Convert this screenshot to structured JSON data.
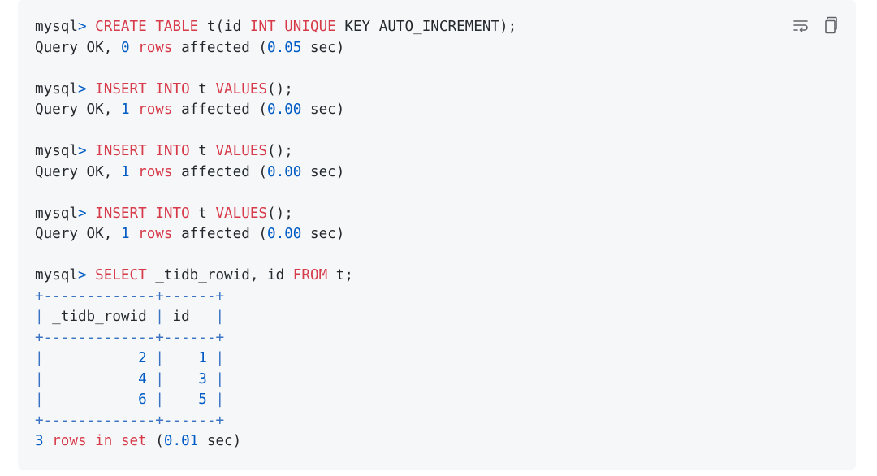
{
  "toolbar": {
    "buttons": [
      {
        "name": "wrap-lines-button",
        "icon": "wrap-lines-icon"
      },
      {
        "name": "copy-button",
        "icon": "copy-icon"
      }
    ]
  },
  "colors": {
    "background": "#f6f7f9",
    "text": "#24292e",
    "keyword": "#d73a49",
    "number": "#005cc5",
    "table_border": "#3a73c4"
  },
  "lines": [
    [
      [
        "mysql",
        "plain"
      ],
      [
        ">",
        "op"
      ],
      [
        " ",
        "plain"
      ],
      [
        "CREATE",
        "kw"
      ],
      [
        " ",
        "plain"
      ],
      [
        "TABLE",
        "kw"
      ],
      [
        " t(id ",
        "plain"
      ],
      [
        "INT",
        "kw"
      ],
      [
        " ",
        "plain"
      ],
      [
        "UNIQUE",
        "kw"
      ],
      [
        " KEY AUTO_INCREMENT);",
        "plain"
      ]
    ],
    [
      [
        "Query OK, ",
        "plain"
      ],
      [
        "0",
        "num"
      ],
      [
        " ",
        "plain"
      ],
      [
        "rows",
        "kw"
      ],
      [
        " affected (",
        "plain"
      ],
      [
        "0.05",
        "num"
      ],
      [
        " sec)",
        "plain"
      ]
    ],
    [],
    [
      [
        "mysql",
        "plain"
      ],
      [
        ">",
        "op"
      ],
      [
        " ",
        "plain"
      ],
      [
        "INSERT",
        "kw"
      ],
      [
        " ",
        "plain"
      ],
      [
        "INTO",
        "kw"
      ],
      [
        " t ",
        "plain"
      ],
      [
        "VALUES",
        "kw"
      ],
      [
        "();",
        "plain"
      ]
    ],
    [
      [
        "Query OK, ",
        "plain"
      ],
      [
        "1",
        "num"
      ],
      [
        " ",
        "plain"
      ],
      [
        "rows",
        "kw"
      ],
      [
        " affected (",
        "plain"
      ],
      [
        "0.00",
        "num"
      ],
      [
        " sec)",
        "plain"
      ]
    ],
    [],
    [
      [
        "mysql",
        "plain"
      ],
      [
        ">",
        "op"
      ],
      [
        " ",
        "plain"
      ],
      [
        "INSERT",
        "kw"
      ],
      [
        " ",
        "plain"
      ],
      [
        "INTO",
        "kw"
      ],
      [
        " t ",
        "plain"
      ],
      [
        "VALUES",
        "kw"
      ],
      [
        "();",
        "plain"
      ]
    ],
    [
      [
        "Query OK, ",
        "plain"
      ],
      [
        "1",
        "num"
      ],
      [
        " ",
        "plain"
      ],
      [
        "rows",
        "kw"
      ],
      [
        " affected (",
        "plain"
      ],
      [
        "0.00",
        "num"
      ],
      [
        " sec)",
        "plain"
      ]
    ],
    [],
    [
      [
        "mysql",
        "plain"
      ],
      [
        ">",
        "op"
      ],
      [
        " ",
        "plain"
      ],
      [
        "INSERT",
        "kw"
      ],
      [
        " ",
        "plain"
      ],
      [
        "INTO",
        "kw"
      ],
      [
        " t ",
        "plain"
      ],
      [
        "VALUES",
        "kw"
      ],
      [
        "();",
        "plain"
      ]
    ],
    [
      [
        "Query OK, ",
        "plain"
      ],
      [
        "1",
        "num"
      ],
      [
        " ",
        "plain"
      ],
      [
        "rows",
        "kw"
      ],
      [
        " affected (",
        "plain"
      ],
      [
        "0.00",
        "num"
      ],
      [
        " sec)",
        "plain"
      ]
    ],
    [],
    [
      [
        "mysql",
        "plain"
      ],
      [
        ">",
        "op"
      ],
      [
        " ",
        "plain"
      ],
      [
        "SELECT",
        "kw"
      ],
      [
        " _tidb_rowid, id ",
        "plain"
      ],
      [
        "FROM",
        "kw"
      ],
      [
        " t;",
        "plain"
      ]
    ],
    [
      [
        "+-------------+------+",
        "tbl"
      ]
    ],
    [
      [
        "|",
        "tbl"
      ],
      [
        " _tidb_rowid ",
        "plain"
      ],
      [
        "|",
        "tbl"
      ],
      [
        " id   ",
        "plain"
      ],
      [
        "|",
        "tbl"
      ]
    ],
    [
      [
        "+-------------+------+",
        "tbl"
      ]
    ],
    [
      [
        "|",
        "tbl"
      ],
      [
        "           ",
        "plain"
      ],
      [
        "2",
        "num"
      ],
      [
        " ",
        "plain"
      ],
      [
        "|",
        "tbl"
      ],
      [
        "    ",
        "plain"
      ],
      [
        "1",
        "num"
      ],
      [
        " ",
        "plain"
      ],
      [
        "|",
        "tbl"
      ]
    ],
    [
      [
        "|",
        "tbl"
      ],
      [
        "           ",
        "plain"
      ],
      [
        "4",
        "num"
      ],
      [
        " ",
        "plain"
      ],
      [
        "|",
        "tbl"
      ],
      [
        "    ",
        "plain"
      ],
      [
        "3",
        "num"
      ],
      [
        " ",
        "plain"
      ],
      [
        "|",
        "tbl"
      ]
    ],
    [
      [
        "|",
        "tbl"
      ],
      [
        "           ",
        "plain"
      ],
      [
        "6",
        "num"
      ],
      [
        " ",
        "plain"
      ],
      [
        "|",
        "tbl"
      ],
      [
        "    ",
        "plain"
      ],
      [
        "5",
        "num"
      ],
      [
        " ",
        "plain"
      ],
      [
        "|",
        "tbl"
      ]
    ],
    [
      [
        "+-------------+------+",
        "tbl"
      ]
    ],
    [
      [
        "3",
        "num"
      ],
      [
        " ",
        "plain"
      ],
      [
        "rows",
        "kw"
      ],
      [
        " ",
        "plain"
      ],
      [
        "in",
        "kw"
      ],
      [
        " ",
        "plain"
      ],
      [
        "set",
        "kw"
      ],
      [
        " (",
        "plain"
      ],
      [
        "0.01",
        "num"
      ],
      [
        " sec)",
        "plain"
      ]
    ]
  ]
}
